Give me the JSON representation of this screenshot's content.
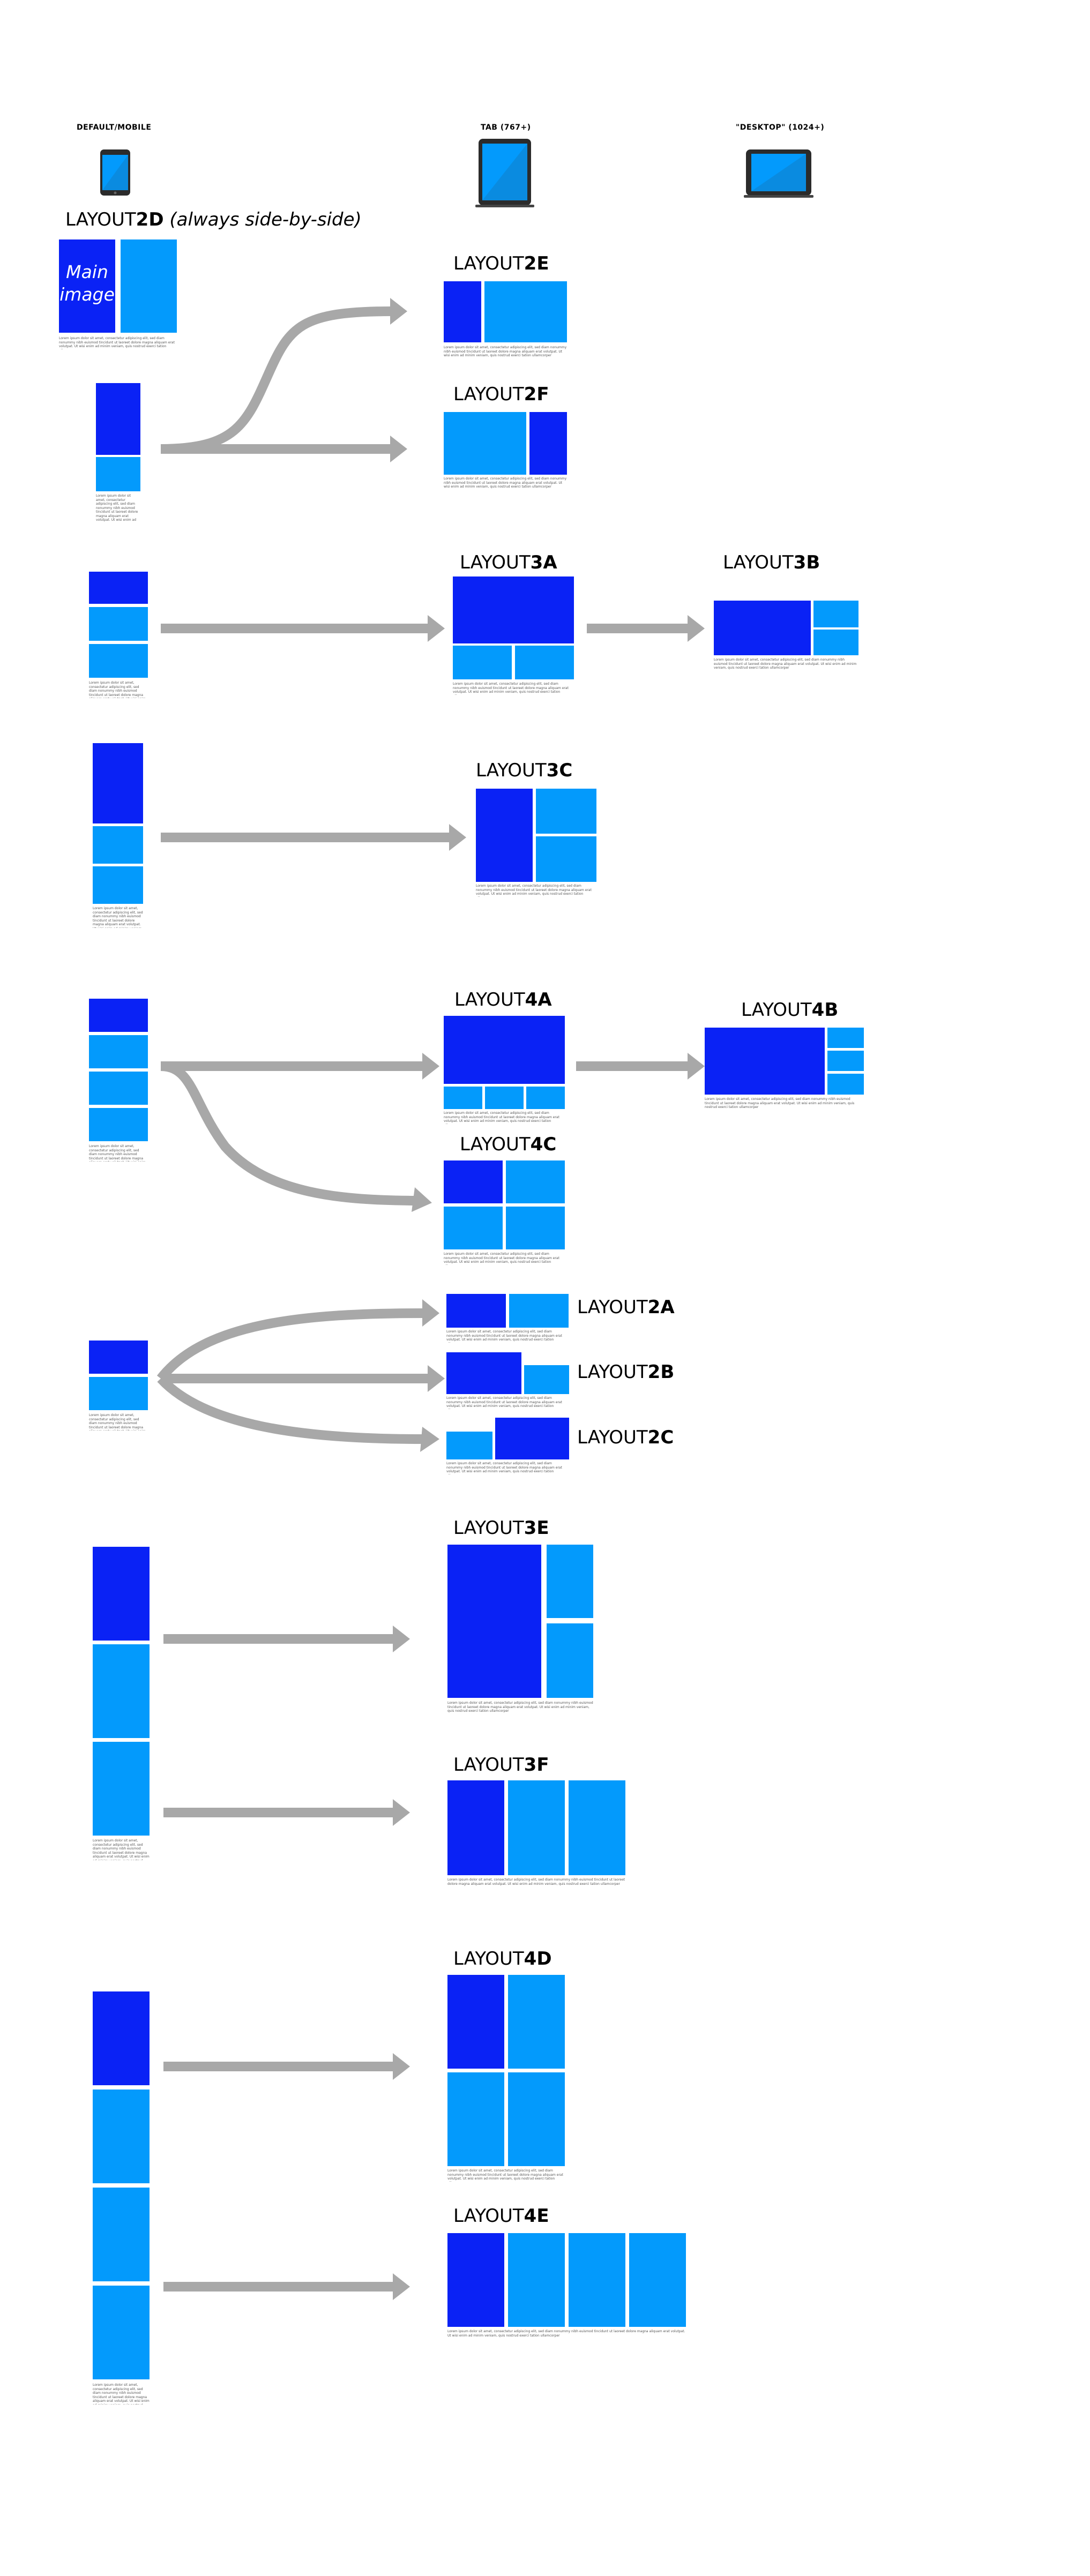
{
  "headers": {
    "mobile": "DEFAULT/MOBILE",
    "tab": "TAB (767+)",
    "desktop": "\"DESKTOP\" (1024+)"
  },
  "devices": [
    "phone-icon",
    "tablet-portrait-icon",
    "tablet-landscape-icon"
  ],
  "main_image_label": "Main image",
  "layouts": {
    "l2d": {
      "prefix": "LAYOUT",
      "code": "2D",
      "suffix": "(always side-by-side)"
    },
    "l2e": {
      "prefix": "LAYOUT",
      "code": "2E"
    },
    "l2f": {
      "prefix": "LAYOUT",
      "code": "2F"
    },
    "l3a": {
      "prefix": "LAYOUT",
      "code": "3A"
    },
    "l3b": {
      "prefix": "LAYOUT",
      "code": "3B"
    },
    "l3c": {
      "prefix": "LAYOUT",
      "code": "3C"
    },
    "l4a": {
      "prefix": "LAYOUT",
      "code": "4A"
    },
    "l4b": {
      "prefix": "LAYOUT",
      "code": "4B"
    },
    "l4c": {
      "prefix": "LAYOUT",
      "code": "4C"
    },
    "l2a": {
      "prefix": "LAYOUT",
      "code": "2A"
    },
    "l2b": {
      "prefix": "LAYOUT",
      "code": "2B"
    },
    "l2c": {
      "prefix": "LAYOUT",
      "code": "2C"
    },
    "l3e": {
      "prefix": "LAYOUT",
      "code": "3E"
    },
    "l3f": {
      "prefix": "LAYOUT",
      "code": "3F"
    },
    "l4d": {
      "prefix": "LAYOUT",
      "code": "4D"
    },
    "l4e": {
      "prefix": "LAYOUT",
      "code": "4E"
    }
  },
  "caption_text": "Lorem ipsum dolor sit amet, consectetur adipiscing elit, sed diam nonummy nibh euismod tincidunt ut laoreet dolore magna aliquam erat volutpat. Ut wisi enim ad minim veniam, quis nostrud exerci tation ullamcorper",
  "colors": {
    "dark_block": "#0a22f5",
    "light_block": "#039afc",
    "arrow": "#a8a8a8"
  }
}
